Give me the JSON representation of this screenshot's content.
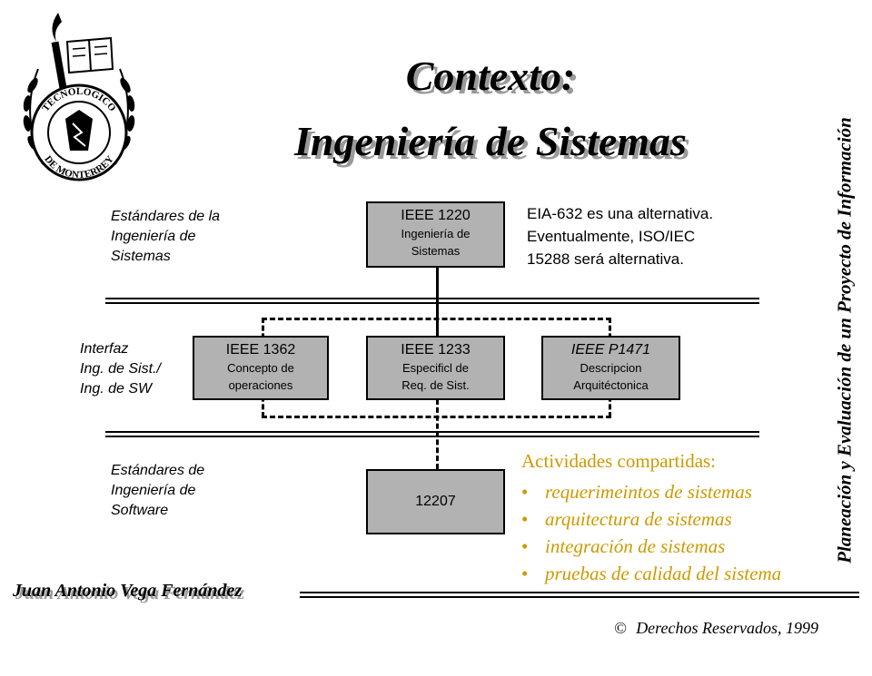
{
  "title": {
    "line1": "Contexto:",
    "line2": "Ingeniería de Sistemas"
  },
  "side_title": "Planeación y Evaluación de un Proyecto de Información",
  "logo": {
    "icon": "tecnologico-de-monterrey-seal",
    "text": "TECNOLOGICO DE MONTERREY"
  },
  "categories": {
    "systems": "Estándares de la\nIngeniería de\nSistemas",
    "interface": "Interfaz\nIng. de Sist./\nIng. de SW",
    "software": "Estándares de\nIngeniería de\nSoftware"
  },
  "boxes": {
    "ieee1220": {
      "code": "IEEE 1220",
      "desc": "Ingeniería de\nSistemas"
    },
    "ieee1362": {
      "code": "IEEE 1362",
      "desc": "Concepto de\noperaciones"
    },
    "ieee1233": {
      "code": "IEEE 1233",
      "desc": "Especificl de\nReq. de Sist."
    },
    "ieeep1471": {
      "code": "IEEE P1471",
      "desc": "Descripcion\nArquitéctonica"
    },
    "iso12207": {
      "code": "12207"
    }
  },
  "note": "EIA-632 es una alternativa.\nEventualmente, ISO/IEC\n15288 será alternativa.",
  "activities": {
    "title": "Actividades compartidas:",
    "items": [
      "requerimeintos de sistemas",
      "arquitectura de sistemas",
      "integración de sistemas",
      "pruebas de calidad del sistema"
    ]
  },
  "author": "Juan Antonio Vega Fernández",
  "copyright": "Derechos Reservados, 1999",
  "copyright_symbol": "©",
  "colors": {
    "box_fill": "#b2b2b2",
    "activities": "#cc9900",
    "shadow": "#9a9a9a"
  }
}
